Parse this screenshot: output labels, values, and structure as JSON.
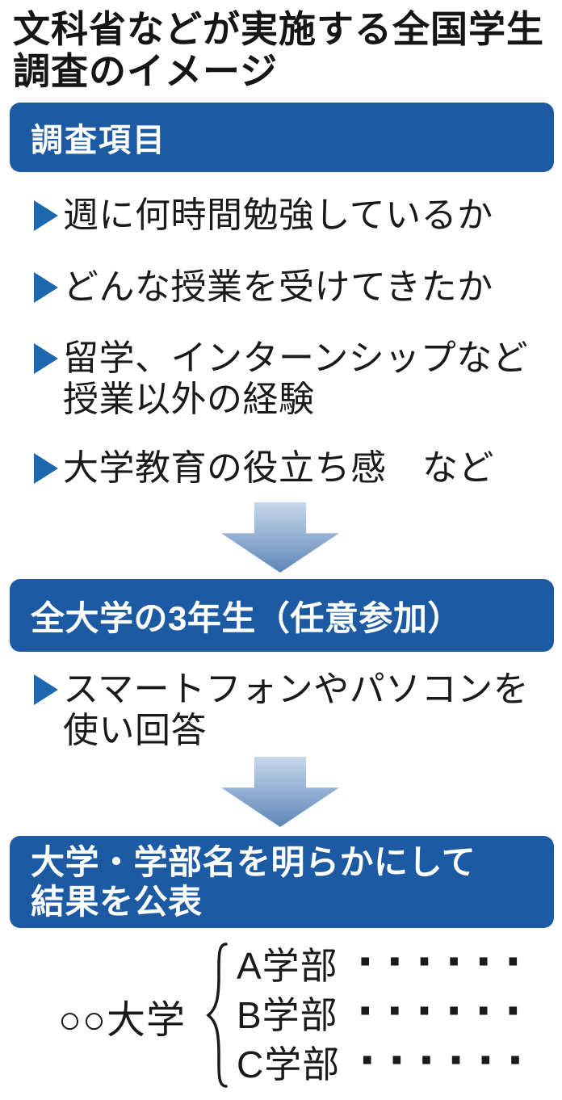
{
  "figure_title": {
    "line1": "文科省などが実施する全国学生",
    "line2": "調査のイメージ"
  },
  "survey_items": {
    "header": "調査項目",
    "bullets": [
      {
        "line1": "週に何時間勉強しているか"
      },
      {
        "line1": "どんな授業を受けてきたか"
      },
      {
        "line1": "留学、インターンシップなど",
        "line2": "授業以外の経験"
      },
      {
        "line1": "大学教育の役立ち感　など"
      }
    ]
  },
  "respondents": {
    "header": "全大学の3年生（任意参加）",
    "bullets": [
      {
        "line1": "スマートフォンやパソコンを",
        "line2": "使い回答"
      }
    ]
  },
  "publication": {
    "header_line1": "大学・学部名を明らかにして",
    "header_line2": "結果を公表",
    "example": {
      "university": "○○大学",
      "faculties": [
        {
          "name": "A学部",
          "dots": "······"
        },
        {
          "name": "B学部",
          "dots": "······"
        },
        {
          "name": "C学部",
          "dots": "······"
        }
      ]
    }
  },
  "icons": {
    "bullet": "right-triangle",
    "flow": "down-arrow",
    "grouping": "curly-brace"
  },
  "colors": {
    "box_blue": "#1c5ba3",
    "bullet_blue": "#1d68ae",
    "arrow_light": "#c7d7ea",
    "arrow_dark": "#5d86ba",
    "title_text": "#151515",
    "body_text": "#1a1a1a",
    "box_text": "#ffffff",
    "background": "#ffffff"
  }
}
